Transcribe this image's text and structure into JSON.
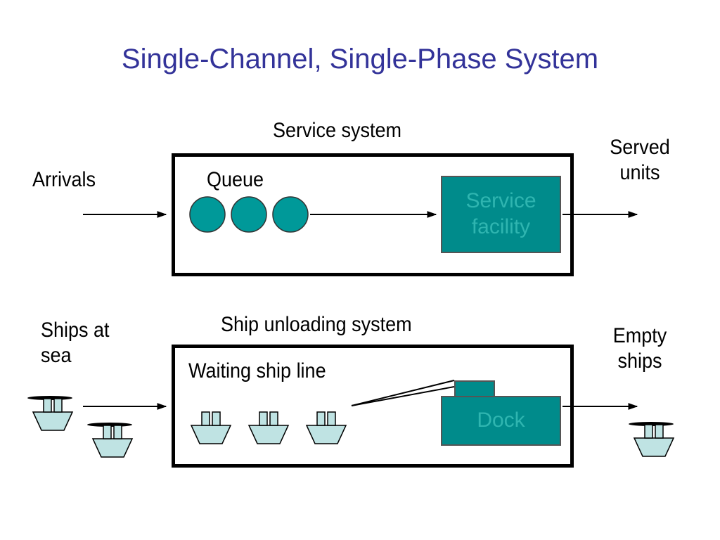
{
  "title": "Single-Channel, Single-Phase System",
  "top": {
    "system_label": "Service system",
    "arrivals": "Arrivals",
    "queue": "Queue",
    "service_facility": "Service\nfacility",
    "served_units": "Served\nunits"
  },
  "bottom": {
    "system_label": "Ship unloading system",
    "ships_at_sea": "Ships at\nsea",
    "waiting_line": "Waiting ship line",
    "dock": "Dock",
    "empty_ships": "Empty\nships"
  },
  "colors": {
    "title": "#333399",
    "teal": "#008B8B",
    "teal_text": "#2FB5B0",
    "ship_fill": "#BFE3E3"
  }
}
